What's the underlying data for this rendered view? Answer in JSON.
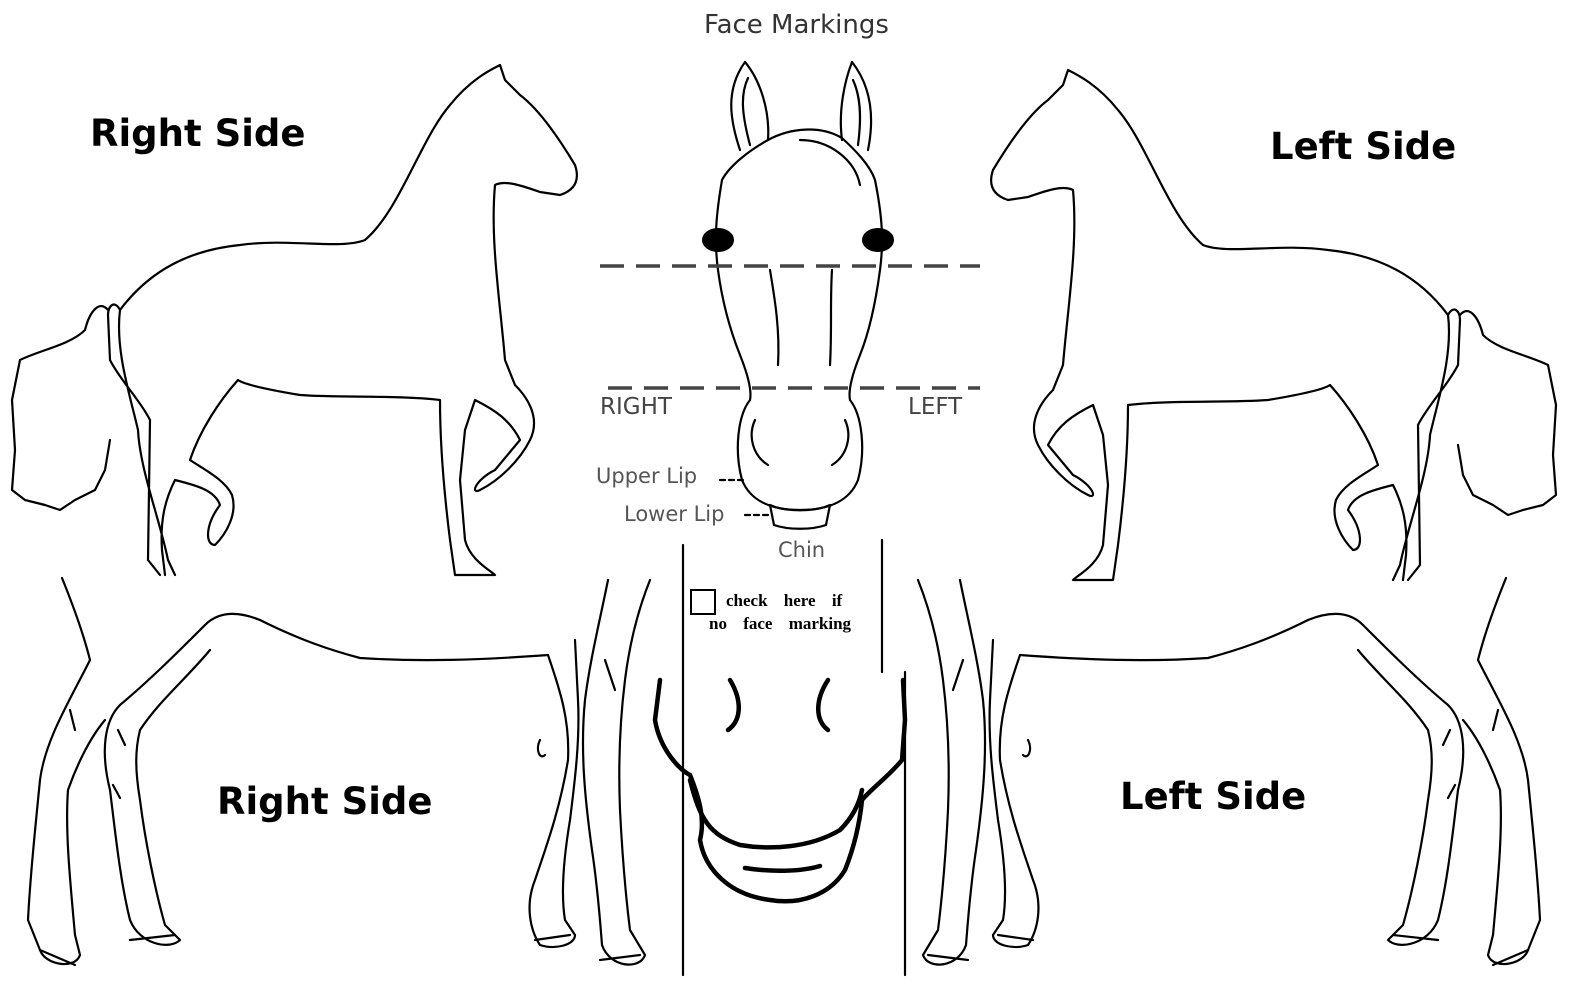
{
  "title": "Face Markings",
  "side_labels": {
    "top_left": "Right Side",
    "top_right": "Left Side",
    "bottom_left": "Right Side",
    "bottom_right": "Left Side"
  },
  "face_labels": {
    "right": "RIGHT",
    "left": "LEFT",
    "upper_lip": "Upper Lip",
    "lower_lip": "Lower Lip",
    "chin": "Chin"
  },
  "checkbox": {
    "line1": "check here if",
    "line2": "no face marking",
    "checked": false
  },
  "icons": [
    "horse-side-outline",
    "horse-head-front",
    "horse-legs-front",
    "horse-legs-back",
    "horse-muzzle"
  ]
}
